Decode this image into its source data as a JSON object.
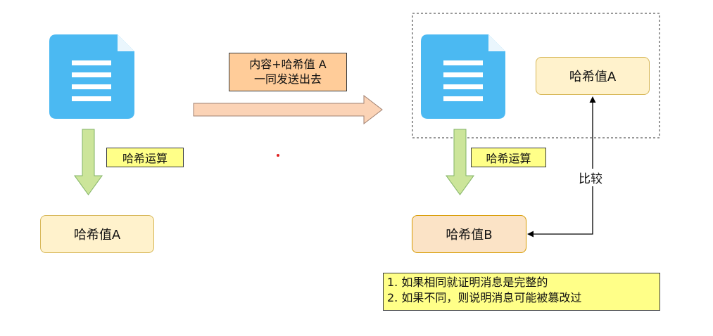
{
  "colors": {
    "doc_icon": "#4bb9f2",
    "doc_fold": "#eaf6fd",
    "down_arrow_fill": "#cce59a",
    "down_arrow_stroke": "#82b366",
    "right_arrow_fill": "#fbd3b6",
    "right_arrow_stroke": "#a08070",
    "hash_box_fill": "#fff2cc",
    "hash_box_b_fill": "#fbe3c6",
    "label_fill": "#ffff88",
    "callout_fill": "#ffcc99",
    "connector": "#000000",
    "dot": "#e02020"
  },
  "left": {
    "operation_label": "哈希运算",
    "result_box": "哈希值A"
  },
  "transfer": {
    "line1": "内容+哈希值 A",
    "line2": "一同发送出去"
  },
  "right": {
    "received_hash_box": "哈希值A",
    "operation_label": "哈希运算",
    "result_box": "哈希值B",
    "compare_label": "比较"
  },
  "notes": {
    "line1": "1. 如果相同就证明消息是完整的",
    "line2": "2. 如果不同，则说明消息可能被篡改过"
  }
}
